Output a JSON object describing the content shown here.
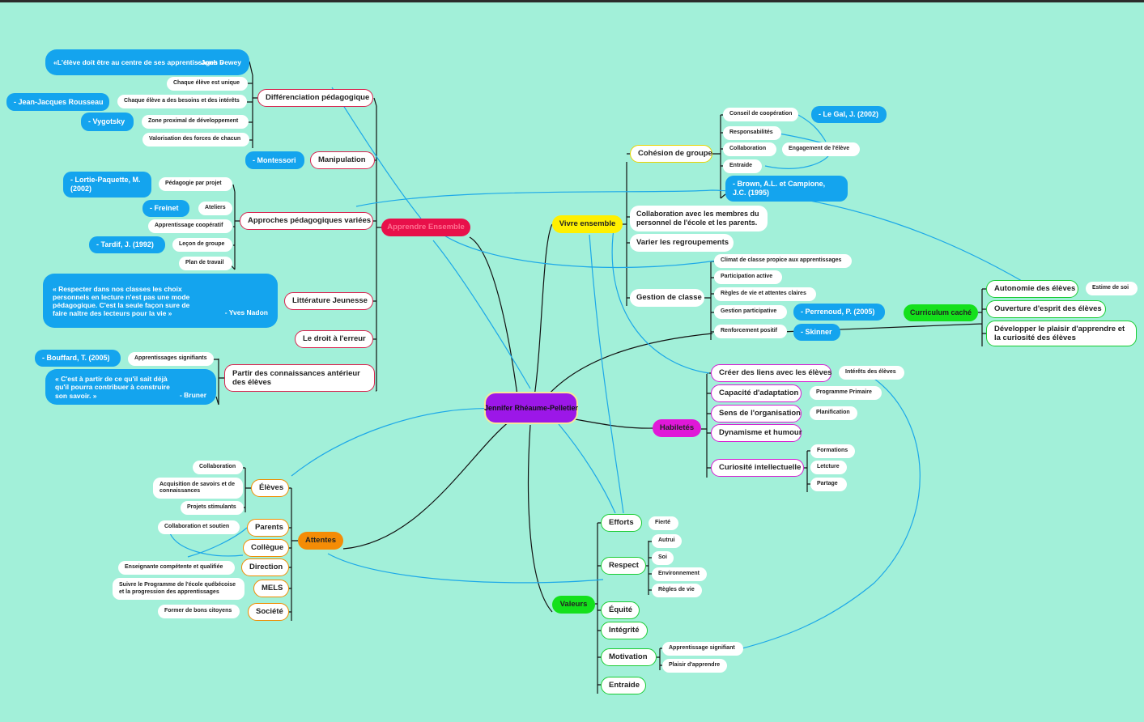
{
  "root": "Jennifer Rhéaume-Pelletier",
  "branches": {
    "apprendre": "Apprendre Ensemble",
    "vivre": "Vivre ensemble",
    "habiletes": "Habiletés",
    "attentes": "Attentes",
    "valeurs": "Valeurs"
  },
  "apprendre": {
    "differenciation": "Différenciation pédagogique",
    "diff_items": [
      "Chaque élève est unique",
      "Chaque élève a des besoins et des intérêts",
      "Zone proximal de développement",
      "Valorisation des forces de chacun"
    ],
    "dewey_quote": "«L'élève doit être au centre de ses apprentissages »",
    "dewey_author": "- Jonh Dewey",
    "rousseau": "- Jean-Jacques Rousseau",
    "vygotsky": "- Vygotsky",
    "manipulation": "Manipulation",
    "montessori": "- Montessori",
    "approches": "Approches pédagogiques variées",
    "approches_items": [
      "Pédagogie par projet",
      "Ateliers",
      "Apprentissage coopératif",
      "Leçon de groupe",
      "Plan de travail"
    ],
    "lortie": "- Lortie-Paquette, M. (2002)",
    "freinet": "- Freinet",
    "tardif": "- Tardif, J. (1992)",
    "litterature": "Littérature Jeunesse",
    "nadon_quote": "« Respecter dans nos classes les choix personnels en lecture n'est pas une mode pédagogique. C'est la seule façon sure de faire naître des lecteurs pour la vie »",
    "nadon_author": "- Yves Nadon",
    "erreur": "Le droit à l'erreur",
    "connaissances": "Partir des connaissances antérieur des élèves",
    "signifiants": "Apprentissages signifiants",
    "bouffard": "- Bouffard, T. (2005)",
    "bruner_quote": "« C'est à partir de ce qu'il sait déjà qu'il pourra contribuer à construire son savoir. »",
    "bruner_author": "- Bruner"
  },
  "vivre": {
    "cohesion": "Cohésion de groupe",
    "cohesion_items": [
      "Conseil de coopération",
      "Responsabilités",
      "Collaboration",
      "Entraide"
    ],
    "legal": "- Le Gal, J. (2002)",
    "engagement": "Engagement de l'élève",
    "brown": "- Brown, A.L. et Campione, J.C. (1995)",
    "collab_membres": "Collaboration avec les membres du personnel de l'école et les parents.",
    "regroupements": "Varier les regroupements",
    "gestion": "Gestion de classe",
    "gestion_items": [
      "Climat de classe propice aux apprentissages",
      "Participation active",
      "Règles de vie et attentes claires",
      "Gestion participative",
      "Renforcement positif"
    ],
    "perrenoud": "- Perrenoud, P. (2005)",
    "skinner": "- Skinner",
    "curriculum": "Curriculum caché",
    "curriculum_items": [
      "Autonomie des élèves",
      "Ouverture d'esprit des élèves",
      "Développer le plaisir d'apprendre et la curiosité des élèves"
    ],
    "estime": "Estime de soi"
  },
  "habiletes": {
    "items": [
      "Créer des liens avec les élèves",
      "Capacité d'adaptation",
      "Sens de l'organisation",
      "Dynamisme et humour",
      "Curiosité intellectuelle"
    ],
    "interets": "Intérêts des élèves",
    "primaire": "Programme Primaire",
    "planification": "Planification",
    "curiosite_items": [
      "Formations",
      "Letcture",
      "Partage"
    ]
  },
  "attentes": {
    "eleves": "Élèves",
    "eleves_items": [
      "Collaboration",
      "Acquisition de savoirs et de connaissances",
      "Projets stimulants"
    ],
    "parents": "Parents",
    "parents_item": "Collaboration et soutien",
    "collegue": "Collègue",
    "direction": "Direction",
    "direction_item": "Enseignante compétente et qualifiée",
    "mels": "MELS",
    "mels_item": "Suivre le Programme de l'école québécoise et la progression des apprentissages",
    "societe": "Société",
    "societe_item": "Former de bons citoyens"
  },
  "valeurs": {
    "efforts": "Efforts",
    "fierte": "Fierté",
    "respect": "Respect",
    "respect_items": [
      "Autrui",
      "Soi",
      "Environnement",
      "Règles de vie"
    ],
    "equite": "Équité",
    "integrite": "Intégrité",
    "motivation": "Motivation",
    "motivation_items": [
      "Apprentissage signifiant",
      "Plaisir d'apprendre"
    ],
    "entraide": "Entraide"
  },
  "colors": {
    "background": "#a2f0d9",
    "root": "#9c17e8",
    "apprendre": "#e8104a",
    "vivre": "#fff000",
    "habiletes": "#e018d8",
    "attentes": "#f48c06",
    "valeurs": "#14e01c",
    "reference": "#14a4ee",
    "curriculum": "#14e01c",
    "link": "#1ca8e8"
  }
}
